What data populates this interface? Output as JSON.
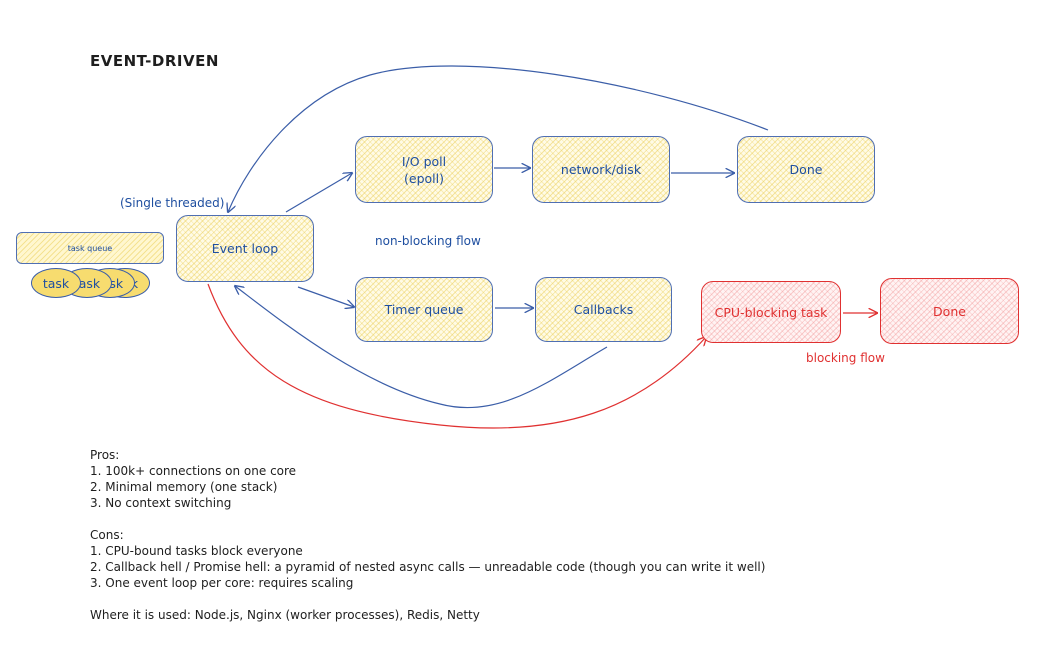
{
  "title": "EVENT-DRIVEN",
  "labels": {
    "single_threaded": "(Single threaded)",
    "non_blocking_flow": "non-blocking flow",
    "blocking_flow": "blocking flow"
  },
  "nodes": {
    "task_queue": "task queue",
    "event_loop": "Event loop",
    "io_poll": "I/O poll\n(epoll)",
    "network_disk": "network/disk",
    "done_top": "Done",
    "timer_queue": "Timer queue",
    "callbacks": "Callbacks",
    "cpu_blocking": "CPU-blocking task",
    "done_bottom": "Done"
  },
  "tasks": [
    "task",
    "task",
    "task",
    "task"
  ],
  "notes": {
    "pros_header": "Pros:",
    "pros": [
      "1. 100k+ connections on one core",
      "2. Minimal memory (one stack)",
      "3. No context switching"
    ],
    "cons_header": "Cons:",
    "cons": [
      "1. CPU-bound tasks block everyone",
      "2. Callback hell / Promise hell: a pyramid of nested async calls — unreadable code (though you can write it well)",
      "3. One event loop per core: requires scaling"
    ],
    "usage": "Where it is used: Node.js, Nginx (worker processes), Redis, Netty"
  },
  "colors": {
    "blue": "#1f4fa0",
    "red": "#e03131",
    "yellow_fill": "#f7dc6f"
  }
}
